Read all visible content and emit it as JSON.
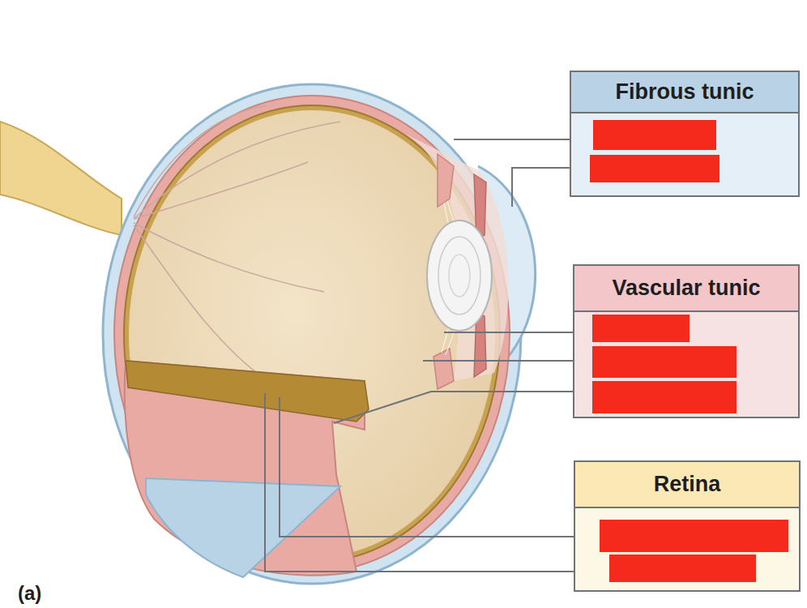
{
  "diagram": {
    "nodes": [
      {
        "text": [
          "Fibrous tunic"
        ]
      },
      {
        "text": [
          "Vascular tunic"
        ]
      },
      {
        "text": [
          "Retina"
        ]
      }
    ],
    "labels": [
      "(a)"
    ]
  }
}
